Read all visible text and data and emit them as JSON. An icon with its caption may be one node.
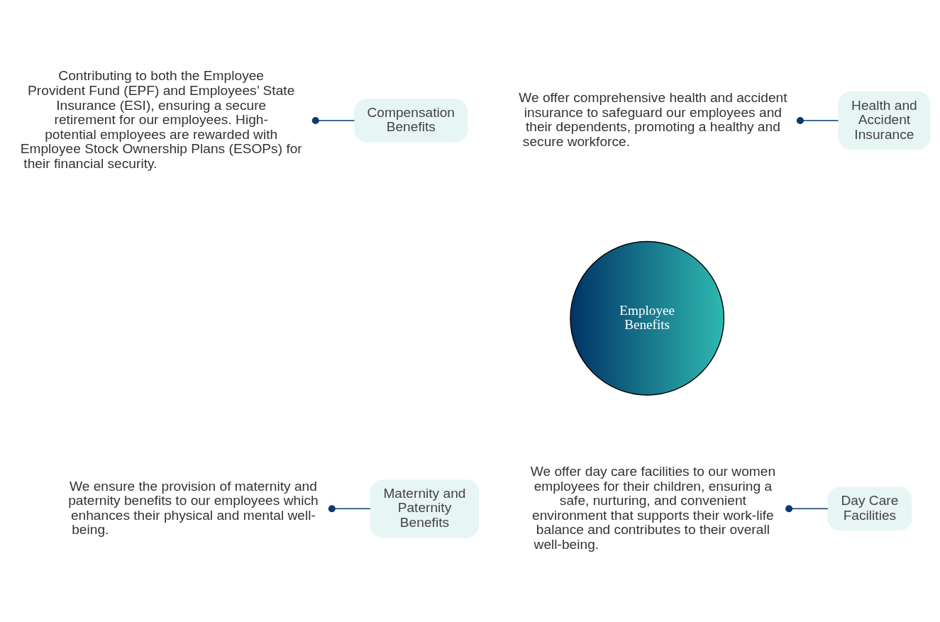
{
  "diagram": {
    "nodes": [
      {
        "text": [
          "Employee Benefits"
        ]
      },
      {
        "text": [
          "Compensation Benefits"
        ]
      },
      {
        "text": [
          "Health and Accident Insurance"
        ]
      },
      {
        "text": [
          "Maternity and Paternity Benefits"
        ]
      },
      {
        "text": [
          "Day Care Facilities"
        ]
      },
      {
        "text": [
          "Contributing to both the Employee Provident Fund (EPF) and Employees’ State Insurance (ESI), ensuring a secure retirement for our employees. High-potential employees are rewarded with Employee Stock Ownership Plans (ESOPs) for their financial security."
        ]
      },
      {
        "text": [
          "We offer comprehensive health and accident insurance to safeguard our employees and their dependents, promoting a healthy and secure workforce."
        ]
      },
      {
        "text": [
          "We ensure the provision of maternity and paternity benefits to our employees which enhances their physical and mental well-being."
        ]
      },
      {
        "text": [
          "We offer day care facilities to our women employees for their children, ensuring a safe, nurturing, and convenient environment that supports their work-life balance and contributes to their overall well-being."
        ]
      }
    ],
    "edges": [
      {
        "from": 5,
        "to": 1,
        "arrow": "other"
      },
      {
        "from": 6,
        "to": 2,
        "arrow": "other"
      },
      {
        "from": 7,
        "to": 3,
        "arrow": "other"
      },
      {
        "from": 8,
        "to": 4,
        "arrow": "other"
      }
    ]
  }
}
